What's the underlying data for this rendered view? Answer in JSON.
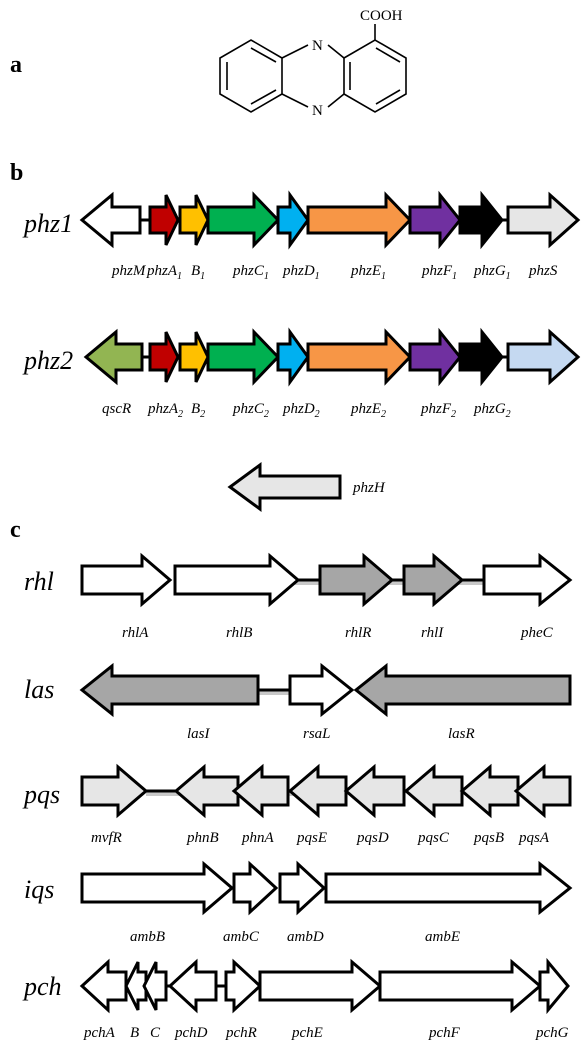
{
  "panels": {
    "a": "a",
    "b": "b",
    "c": "c"
  },
  "molecule": {
    "carboxyl": "COOH",
    "n_top": "N",
    "n_bottom": "N"
  },
  "colors": {
    "white": "#ffffff",
    "red": "#c00000",
    "yellow": "#ffc000",
    "green": "#00b050",
    "blue": "#00b0f0",
    "orange": "#f79646",
    "purple": "#7030a0",
    "black": "#000000",
    "lightgray": "#e6e6e6",
    "olive": "#92b552",
    "lightblue": "#c5d9f1",
    "darkgray": "#a6a6a6"
  },
  "clusters": {
    "phz1": {
      "name": "phz1",
      "genes": [
        {
          "id": "phzM",
          "base": "phzM",
          "sub": "",
          "dir": "left",
          "color": "white"
        },
        {
          "id": "phzA1",
          "base": "phzA",
          "sub": "1",
          "dir": "right",
          "color": "red"
        },
        {
          "id": "B1",
          "base": "B",
          "sub": "1",
          "dir": "right",
          "color": "yellow"
        },
        {
          "id": "phzC1",
          "base": "phzC",
          "sub": "1",
          "dir": "right",
          "color": "green"
        },
        {
          "id": "phzD1",
          "base": "phzD",
          "sub": "1",
          "dir": "right",
          "color": "blue"
        },
        {
          "id": "phzE1",
          "base": "phzE",
          "sub": "1",
          "dir": "right",
          "color": "orange"
        },
        {
          "id": "phzF1",
          "base": "phzF",
          "sub": "1",
          "dir": "right",
          "color": "purple"
        },
        {
          "id": "phzG1",
          "base": "phzG",
          "sub": "1",
          "dir": "right",
          "color": "black"
        },
        {
          "id": "phzS",
          "base": "phzS",
          "sub": "",
          "dir": "right",
          "color": "lightgray"
        }
      ]
    },
    "phz2": {
      "name": "phz2",
      "genes": [
        {
          "id": "qscR",
          "base": "qscR",
          "sub": "",
          "dir": "left",
          "color": "olive"
        },
        {
          "id": "phzA2",
          "base": "phzA",
          "sub": "2",
          "dir": "right",
          "color": "red"
        },
        {
          "id": "B2",
          "base": "B",
          "sub": "2",
          "dir": "right",
          "color": "yellow"
        },
        {
          "id": "phzC2",
          "base": "phzC",
          "sub": "2",
          "dir": "right",
          "color": "green"
        },
        {
          "id": "phzD2",
          "base": "phzD",
          "sub": "2",
          "dir": "right",
          "color": "blue"
        },
        {
          "id": "phzE2",
          "base": "phzE",
          "sub": "2",
          "dir": "right",
          "color": "orange"
        },
        {
          "id": "phzF2",
          "base": "phzF",
          "sub": "2",
          "dir": "right",
          "color": "purple"
        },
        {
          "id": "phzG2",
          "base": "phzG",
          "sub": "2",
          "dir": "right",
          "color": "black"
        },
        {
          "id": "lightblue-gene",
          "base": "",
          "sub": "",
          "dir": "right",
          "color": "lightblue"
        }
      ]
    },
    "phzH": {
      "genes": [
        {
          "id": "phzH",
          "base": "phzH",
          "sub": "",
          "dir": "left",
          "color": "lightgray"
        }
      ]
    },
    "rhl": {
      "name": "rhl",
      "genes": [
        {
          "id": "rhlA",
          "base": "rhlA",
          "sub": "",
          "dir": "right",
          "color": "white"
        },
        {
          "id": "rhlB",
          "base": "rhlB",
          "sub": "",
          "dir": "right",
          "color": "white"
        },
        {
          "id": "rhlR",
          "base": "rhlR",
          "sub": "",
          "dir": "right",
          "color": "darkgray"
        },
        {
          "id": "rhlI",
          "base": "rhlI",
          "sub": "",
          "dir": "right",
          "color": "darkgray"
        },
        {
          "id": "pheC",
          "base": "pheC",
          "sub": "",
          "dir": "right",
          "color": "white"
        }
      ]
    },
    "las": {
      "name": "las",
      "genes": [
        {
          "id": "lasI",
          "base": "lasI",
          "sub": "",
          "dir": "left",
          "color": "darkgray"
        },
        {
          "id": "rsaL",
          "base": "rsaL",
          "sub": "",
          "dir": "right",
          "color": "white"
        },
        {
          "id": "lasR",
          "base": "lasR",
          "sub": "",
          "dir": "left",
          "color": "darkgray"
        }
      ]
    },
    "pqs": {
      "name": "pqs",
      "genes": [
        {
          "id": "mvfR",
          "base": "mvfR",
          "sub": "",
          "dir": "right",
          "color": "lightgray"
        },
        {
          "id": "phnB",
          "base": "phnB",
          "sub": "",
          "dir": "left",
          "color": "lightgray"
        },
        {
          "id": "phnA",
          "base": "phnA",
          "sub": "",
          "dir": "left",
          "color": "lightgray"
        },
        {
          "id": "pqsE",
          "base": "pqsE",
          "sub": "",
          "dir": "left",
          "color": "lightgray"
        },
        {
          "id": "pqsD",
          "base": "pqsD",
          "sub": "",
          "dir": "left",
          "color": "lightgray"
        },
        {
          "id": "pqsC",
          "base": "pqsC",
          "sub": "",
          "dir": "left",
          "color": "lightgray"
        },
        {
          "id": "pqsB",
          "base": "pqsB",
          "sub": "",
          "dir": "left",
          "color": "lightgray"
        },
        {
          "id": "pqsA",
          "base": "pqsA",
          "sub": "",
          "dir": "left",
          "color": "lightgray"
        }
      ]
    },
    "iqs": {
      "name": "iqs",
      "genes": [
        {
          "id": "ambB",
          "base": "ambB",
          "sub": "",
          "dir": "right",
          "color": "white"
        },
        {
          "id": "ambC",
          "base": "ambC",
          "sub": "",
          "dir": "right",
          "color": "white"
        },
        {
          "id": "ambD",
          "base": "ambD",
          "sub": "",
          "dir": "right",
          "color": "white"
        },
        {
          "id": "ambE",
          "base": "ambE",
          "sub": "",
          "dir": "right",
          "color": "white"
        }
      ]
    },
    "pch": {
      "name": "pch",
      "genes": [
        {
          "id": "pchA",
          "base": "pchA",
          "sub": "",
          "dir": "left",
          "color": "white"
        },
        {
          "id": "pchB",
          "base": "B",
          "sub": "",
          "dir": "left",
          "color": "white"
        },
        {
          "id": "pchC",
          "base": "C",
          "sub": "",
          "dir": "left",
          "color": "white"
        },
        {
          "id": "pchD",
          "base": "pchD",
          "sub": "",
          "dir": "left",
          "color": "white"
        },
        {
          "id": "pchR",
          "base": "pchR",
          "sub": "",
          "dir": "right",
          "color": "white"
        },
        {
          "id": "pchE",
          "base": "pchE",
          "sub": "",
          "dir": "right",
          "color": "white"
        },
        {
          "id": "pchF",
          "base": "pchF",
          "sub": "",
          "dir": "right",
          "color": "white"
        },
        {
          "id": "pchG",
          "base": "pchG",
          "sub": "",
          "dir": "right",
          "color": "white"
        }
      ]
    }
  }
}
